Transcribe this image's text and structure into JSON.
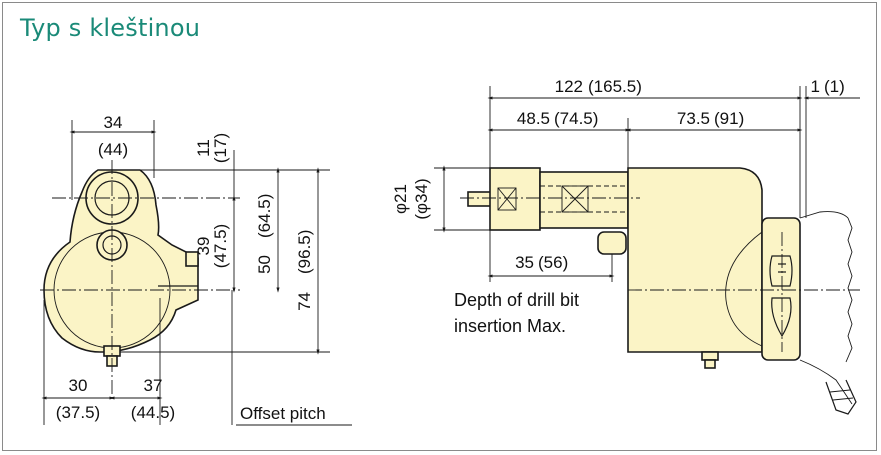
{
  "title": "Typ s kleštinou",
  "front_view": {
    "width_top": "34",
    "width_top_alt": "(44)",
    "height_top": "11",
    "height_top_alt": "(17)",
    "height_center": "39",
    "height_center_alt": "(47.5)",
    "height_mid": "50",
    "height_mid_alt": "(64.5)",
    "height_total": "74",
    "height_total_alt": "(96.5)",
    "width_left": "30",
    "width_left_alt": "(37.5)",
    "width_right": "37",
    "width_right_alt": "(44.5)",
    "offset_label": "Offset pitch"
  },
  "side_view": {
    "length_total": "122",
    "length_total_alt": "(165.5)",
    "length_end": "1",
    "length_end_alt": "(1)",
    "length_front": "48.5",
    "length_front_alt": "(74.5)",
    "length_rear": "73.5",
    "length_rear_alt": "(91)",
    "diameter": "φ21",
    "diameter_alt": "(φ34)",
    "depth": "35",
    "depth_alt": "(56)",
    "depth_note_line1": "Depth of drill bit",
    "depth_note_line2": "insertion Max."
  }
}
